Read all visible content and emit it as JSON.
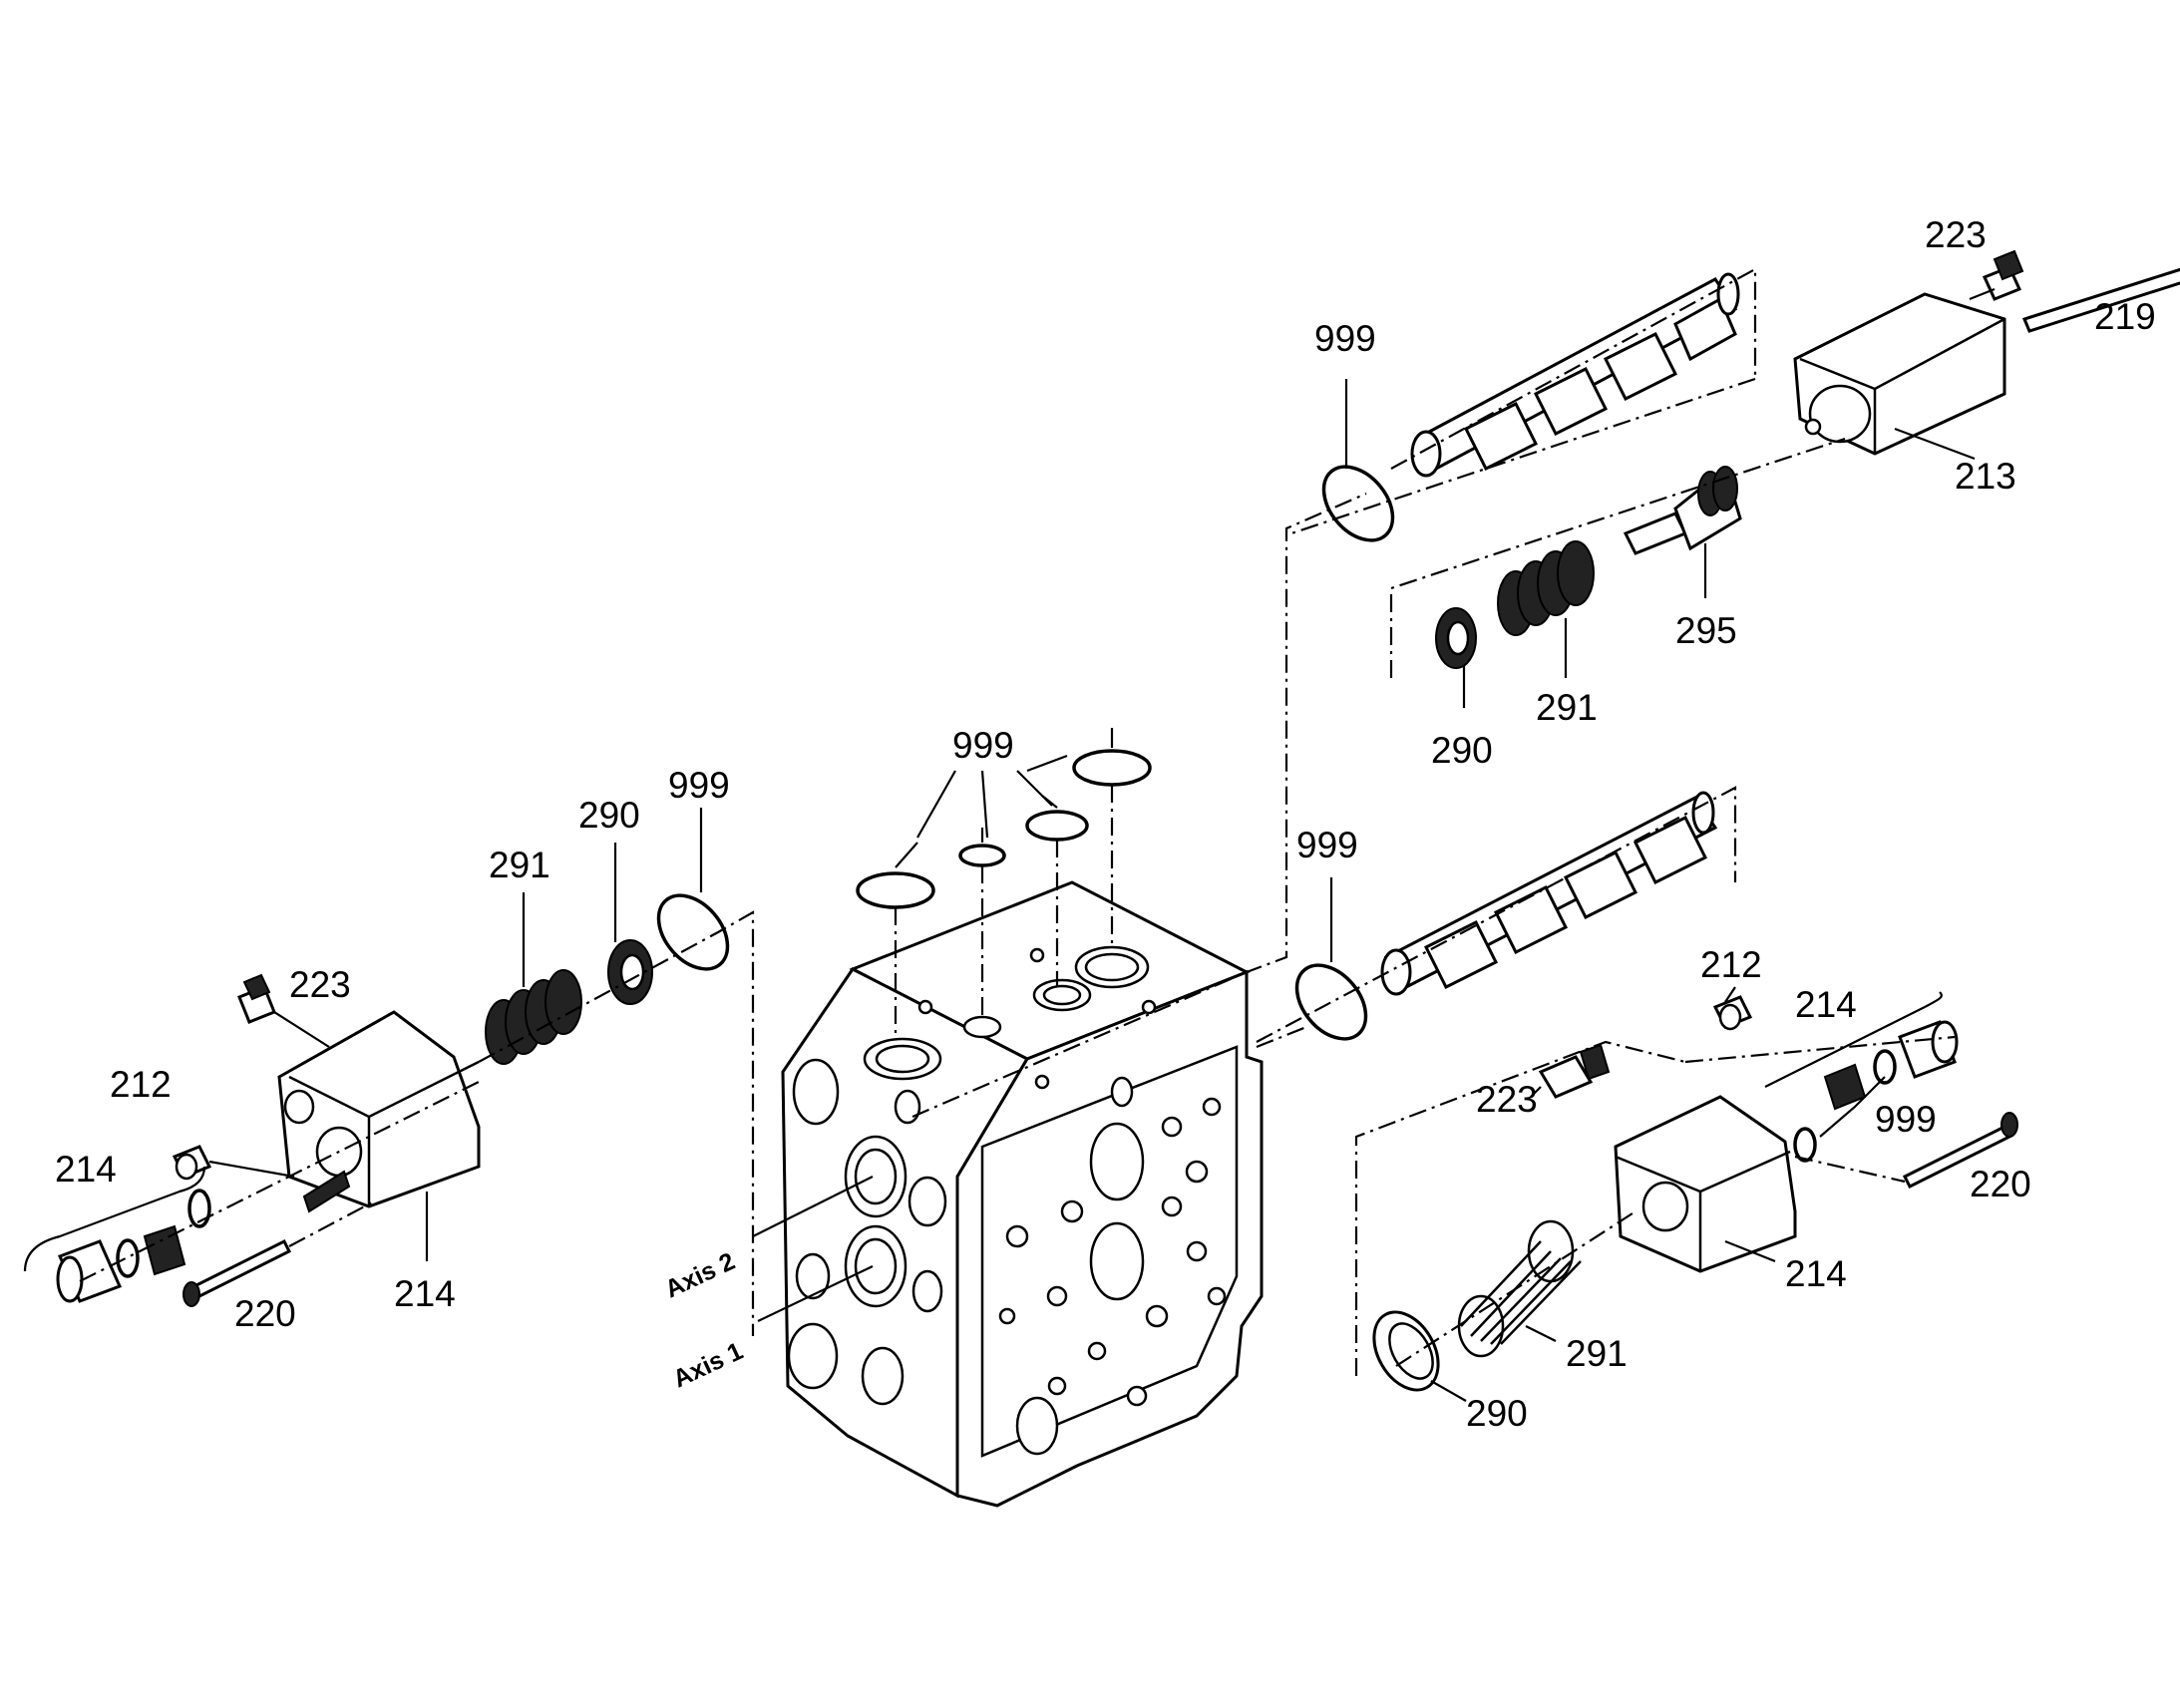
{
  "labels": {
    "l_999_top": "999",
    "l_223_top": "223",
    "l_219": "219",
    "l_213": "213",
    "l_295": "295",
    "l_291_top": "291",
    "l_290_top": "290",
    "l_999_mid_group": "999",
    "l_999_mid": "999",
    "l_291_left": "291",
    "l_290_left": "290",
    "l_999_left": "999",
    "l_223_left": "223",
    "l_212_left": "212",
    "l_214_left_brace": "214",
    "l_220_left": "220",
    "l_214_left": "214",
    "l_212_right": "212",
    "l_214_right_brace": "214",
    "l_223_right": "223",
    "l_999_right": "999",
    "l_220_right": "220",
    "l_214_right": "214",
    "l_291_right": "291",
    "l_290_right": "290"
  },
  "axes": {
    "axis_2": "Axis 2",
    "axis_1": "Axis 1"
  }
}
